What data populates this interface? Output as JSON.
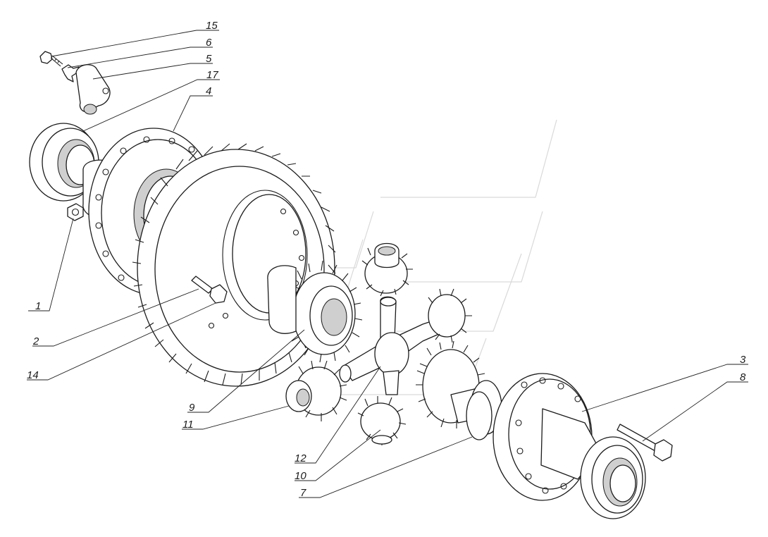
{
  "diagram": {
    "labels": [
      {
        "id": "15",
        "text": "15"
      },
      {
        "id": "6",
        "text": "6"
      },
      {
        "id": "5",
        "text": "5"
      },
      {
        "id": "17",
        "text": "17"
      },
      {
        "id": "4",
        "text": "4"
      },
      {
        "id": "1",
        "text": "1"
      },
      {
        "id": "2",
        "text": "2"
      },
      {
        "id": "14",
        "text": "14"
      },
      {
        "id": "9",
        "text": "9"
      },
      {
        "id": "11",
        "text": "11"
      },
      {
        "id": "12",
        "text": "12"
      },
      {
        "id": "10",
        "text": "10"
      },
      {
        "id": "7",
        "text": "7"
      },
      {
        "id": "3",
        "text": "3"
      },
      {
        "id": "8",
        "text": "8"
      }
    ]
  }
}
